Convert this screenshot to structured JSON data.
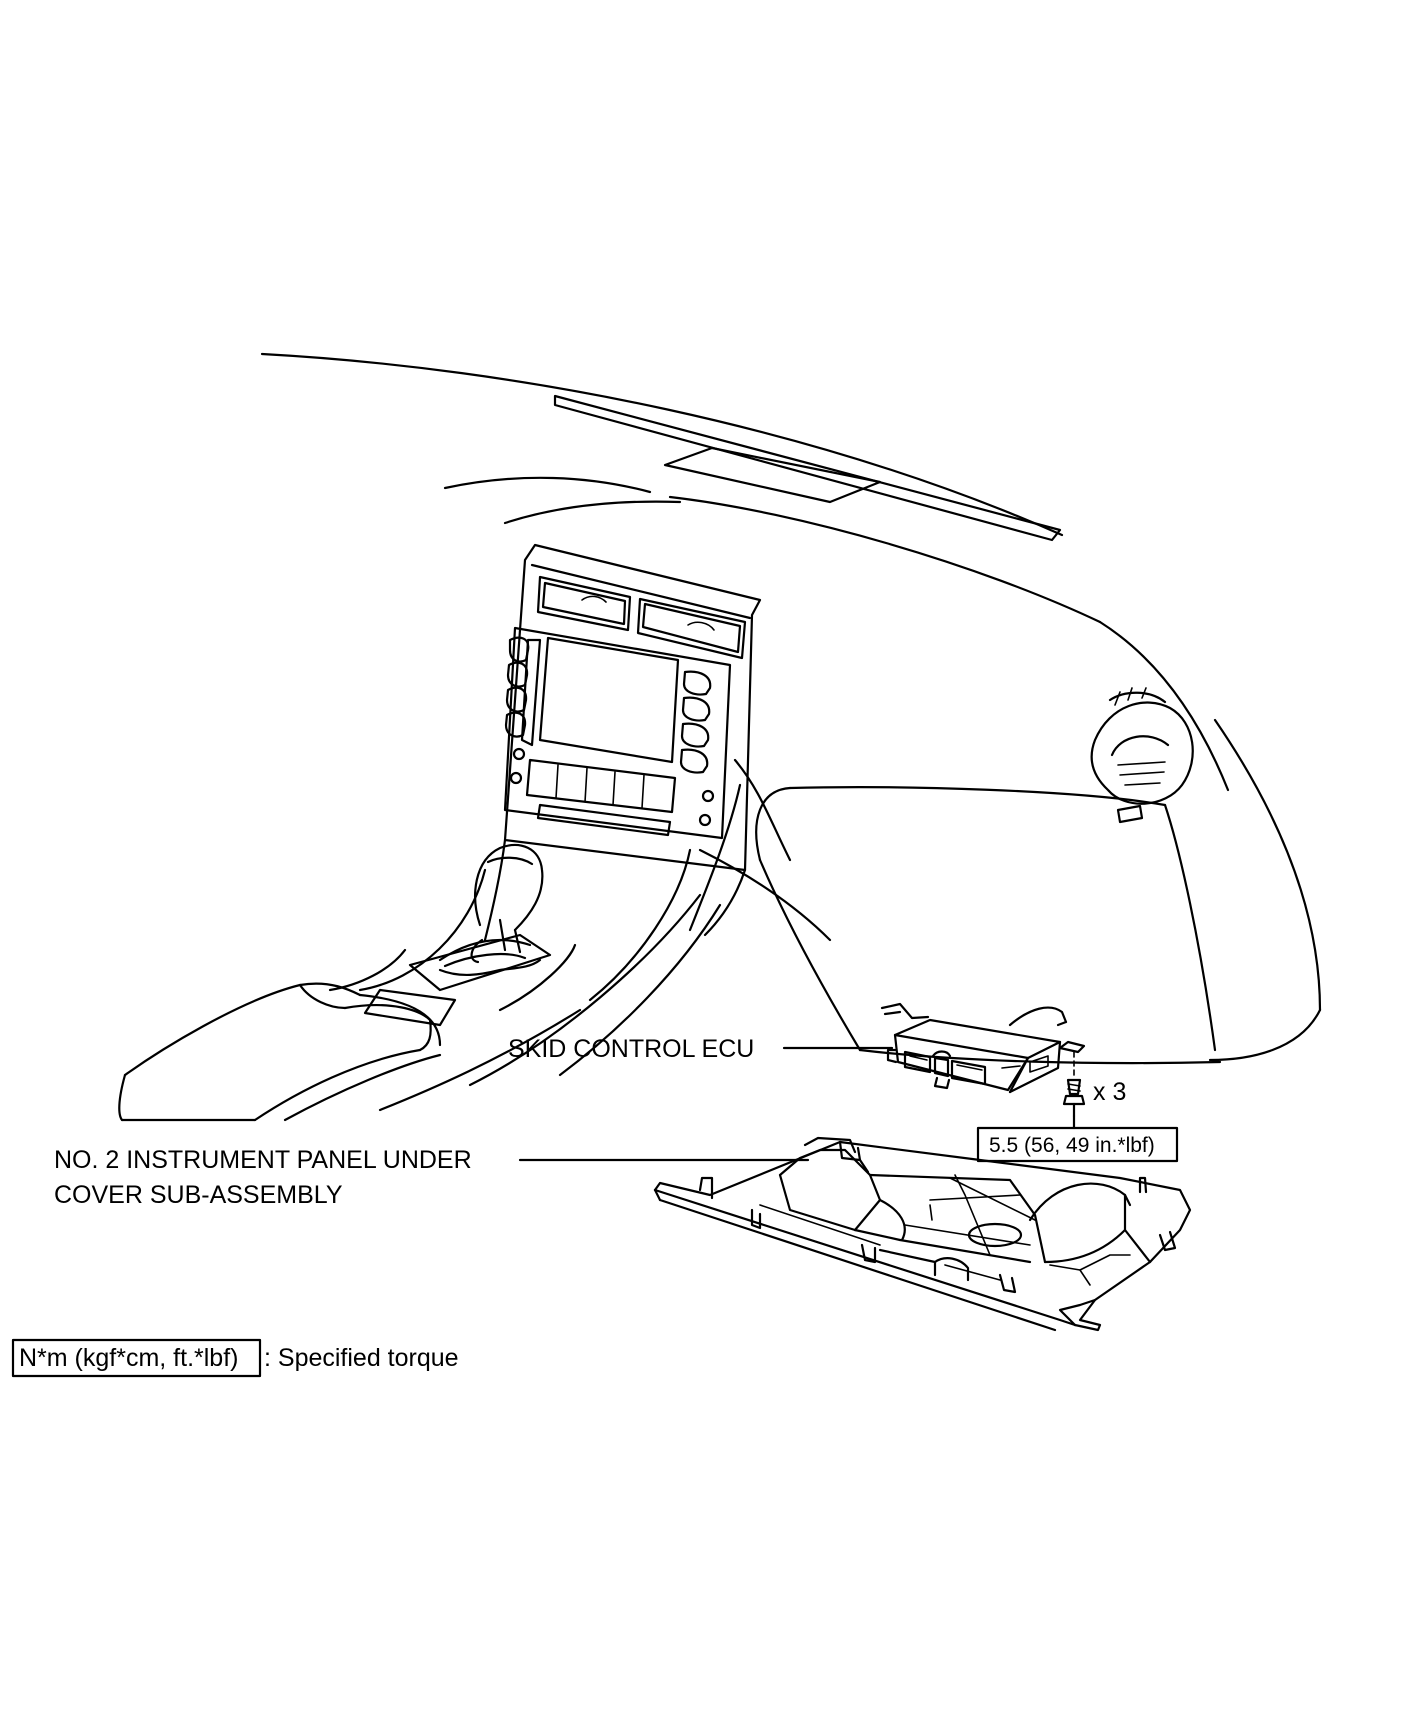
{
  "labels": {
    "ecu": "SKID CONTROL ECU",
    "under_cover_line1": "NO. 2 INSTRUMENT PANEL UNDER",
    "under_cover_line2": "COVER SUB-ASSEMBLY",
    "bolt_count": "x 3",
    "torque_value": "5.5 (56, 49 in.*lbf)"
  },
  "legend": {
    "unit_box": "N*m (kgf*cm, ft.*lbf)",
    "description": ": Specified torque"
  },
  "colors": {
    "line": "#000000",
    "background": "#ffffff"
  }
}
